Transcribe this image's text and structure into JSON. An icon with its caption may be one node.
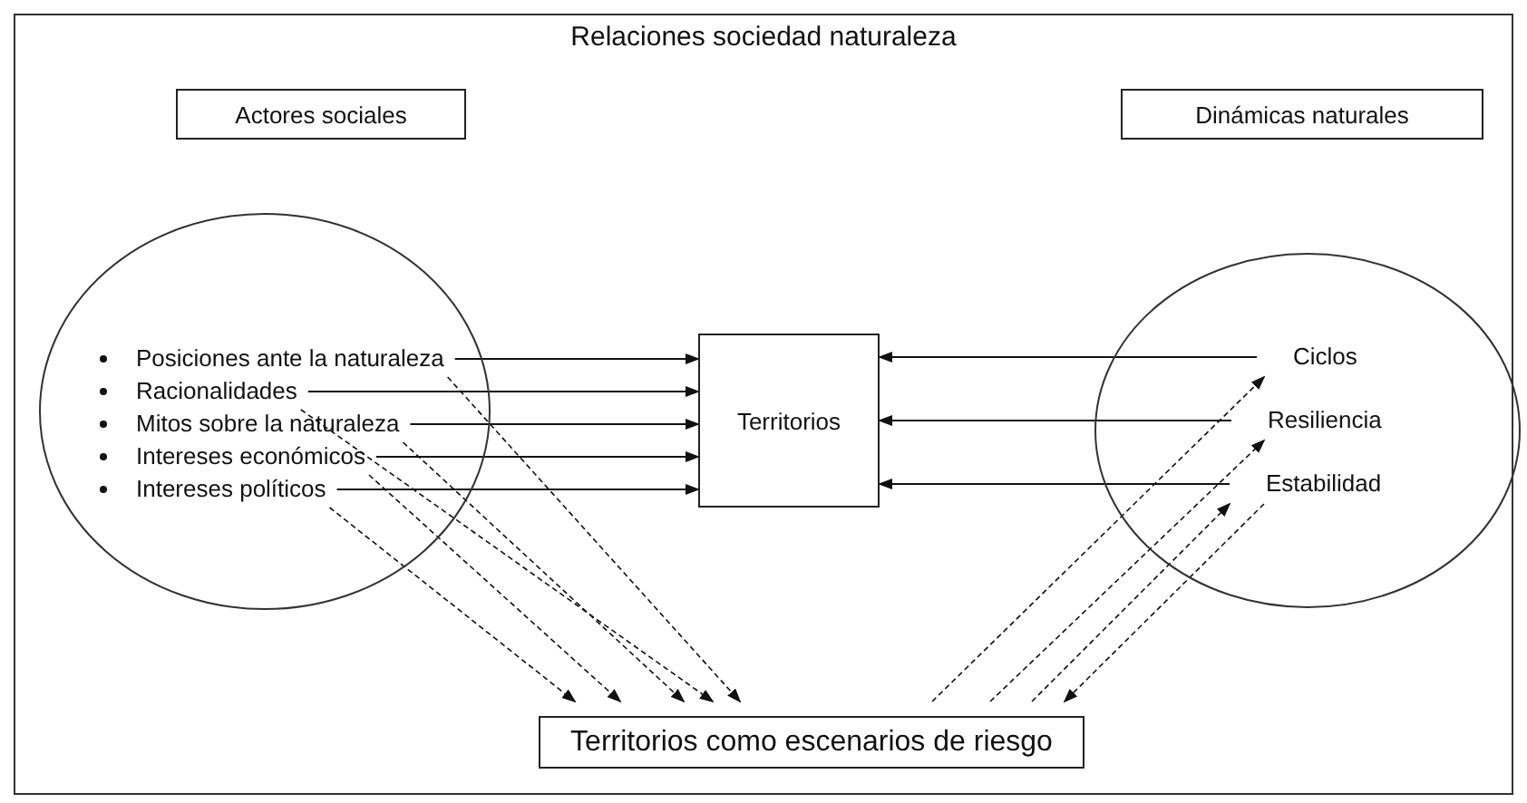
{
  "diagram": {
    "title": "Relaciones sociedad naturaleza",
    "nodes": [
      {
        "text": [
          "Actores sociales"
        ]
      },
      {
        "text": [
          "Dinámicas naturales"
        ]
      },
      {
        "text": [],
        "shape": "circle"
      },
      {
        "text": [
          "Posiciones ante la naturaleza"
        ],
        "in": 2
      },
      {
        "text": [
          "Racionalidades"
        ],
        "in": 2
      },
      {
        "text": [
          "Mitos sobre la naturaleza"
        ],
        "in": 2
      },
      {
        "text": [
          "Intereses económicos"
        ],
        "in": 2
      },
      {
        "text": [
          "Intereses políticos"
        ],
        "in": 2
      },
      {
        "text": [
          "Territorios"
        ]
      },
      {
        "text": [],
        "shape": "circle"
      },
      {
        "text": [
          "Ciclos"
        ],
        "in": 9
      },
      {
        "text": [
          "Resiliencia"
        ],
        "in": 9
      },
      {
        "text": [
          "Estabilidad"
        ],
        "in": 9
      },
      {
        "text": [
          "Territorios como escenarios de riesgo"
        ]
      }
    ],
    "edges": [
      {
        "from": 3,
        "to": 8,
        "arrow": "to"
      },
      {
        "from": 4,
        "to": 8,
        "arrow": "to"
      },
      {
        "from": 5,
        "to": 8,
        "arrow": "to"
      },
      {
        "from": 6,
        "to": 8,
        "arrow": "to"
      },
      {
        "from": 7,
        "to": 8,
        "arrow": "to"
      },
      {
        "from": 10,
        "to": 8,
        "arrow": "to"
      },
      {
        "from": 11,
        "to": 8,
        "arrow": "to"
      },
      {
        "from": 12,
        "to": 8,
        "arrow": "to"
      },
      {
        "from": 3,
        "to": 13,
        "arrow": "to",
        "style": "dashed"
      },
      {
        "from": 4,
        "to": 13,
        "arrow": "to",
        "style": "dashed"
      },
      {
        "from": 5,
        "to": 13,
        "arrow": "to",
        "style": "dashed"
      },
      {
        "from": 6,
        "to": 13,
        "arrow": "to",
        "style": "dashed"
      },
      {
        "from": 7,
        "to": 13,
        "arrow": "to",
        "style": "dashed"
      },
      {
        "from": 13,
        "to": 10,
        "arrow": "to",
        "style": "dashed"
      },
      {
        "from": 13,
        "to": 11,
        "arrow": "to",
        "style": "dashed"
      },
      {
        "from": 13,
        "to": 12,
        "arrow": "to",
        "style": "dashed"
      },
      {
        "from": 12,
        "to": 13,
        "arrow": "to",
        "style": "dashed"
      }
    ]
  }
}
